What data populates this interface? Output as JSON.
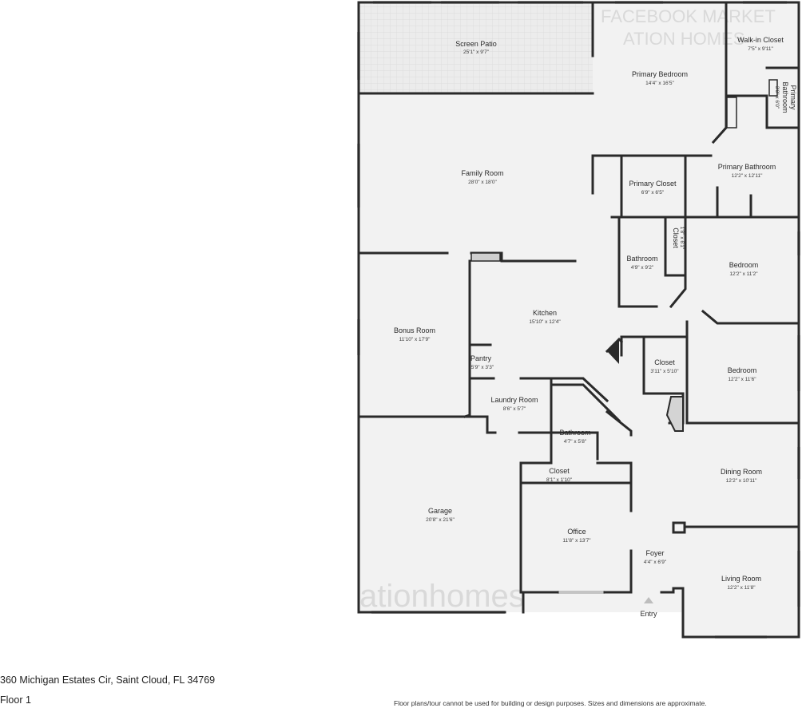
{
  "rooms": {
    "screen_patio": {
      "name": "Screen Patio",
      "dim": "25'1\" x 9'7\""
    },
    "primary_bedroom": {
      "name": "Primary Bedroom",
      "dim": "14'4\" x 16'5\""
    },
    "walk_in_closet": {
      "name": "Walk-in Closet",
      "dim": "7'5\" x 9'11\""
    },
    "primary_bathroom_small": {
      "name_line1": "Primary",
      "name_line2": "Bathroom",
      "dim": "3'0\" x 6'0\""
    },
    "family_room": {
      "name": "Family Room",
      "dim": "28'0\" x 18'0\""
    },
    "primary_closet": {
      "name": "Primary Closet",
      "dim": "6'9\" x 6'5\""
    },
    "primary_bathroom": {
      "name": "Primary Bathroom",
      "dim": "12'2\" x 12'11\""
    },
    "bathroom_1": {
      "name": "Bathroom",
      "dim": "4'9\" x 9'2\""
    },
    "closet_1": {
      "name": "Closet",
      "dim": "1'8\" x 6'1\""
    },
    "bedroom_1": {
      "name": "Bedroom",
      "dim": "12'2\" x 11'2\""
    },
    "bonus_room": {
      "name": "Bonus Room",
      "dim": "11'10\" x 17'9\""
    },
    "kitchen": {
      "name": "Kitchen",
      "dim": "15'10\" x 12'4\""
    },
    "pantry": {
      "name": "Pantry",
      "dim": "5'9\" x 3'3\""
    },
    "closet_2": {
      "name": "Closet",
      "dim": "3'11\" x 5'10\""
    },
    "bedroom_2": {
      "name": "Bedroom",
      "dim": "12'2\" x 11'6\""
    },
    "laundry_room": {
      "name": "Laundry Room",
      "dim": "8'6\" x 5'7\""
    },
    "bathroom_2": {
      "name": "Bathroom",
      "dim": "4'7\" x 5'8\""
    },
    "closet_3": {
      "name": "Closet",
      "dim": "8'1\" x 1'10\""
    },
    "dining_room": {
      "name": "Dining Room",
      "dim": "12'2\" x 10'11\""
    },
    "garage": {
      "name": "Garage",
      "dim": "20'8\" x 21'6\""
    },
    "office": {
      "name": "Office",
      "dim": "11'8\" x 13'7\""
    },
    "foyer": {
      "name": "Foyer",
      "dim": "4'4\" x 6'9\""
    },
    "living_room": {
      "name": "Living Room",
      "dim": "12'2\" x 11'8\""
    }
  },
  "entry_label": "Entry",
  "watermark": {
    "top_line1": "FACEBOOK MARKET",
    "top_line2": "ATION HOMES",
    "bottom": "ationhomes"
  },
  "footer": {
    "address": "360 Michigan Estates Cir, Saint Cloud, FL 34769",
    "floor": "Floor 1",
    "disclaimer": "Floor plans/tour cannot be used for building or design purposes. Sizes and dimensions are approximate."
  },
  "colors": {
    "wall": "#2a2a2a",
    "floor": "#f2f2f2",
    "patio": "#e9e9e9",
    "window": "#c8c8c8"
  }
}
